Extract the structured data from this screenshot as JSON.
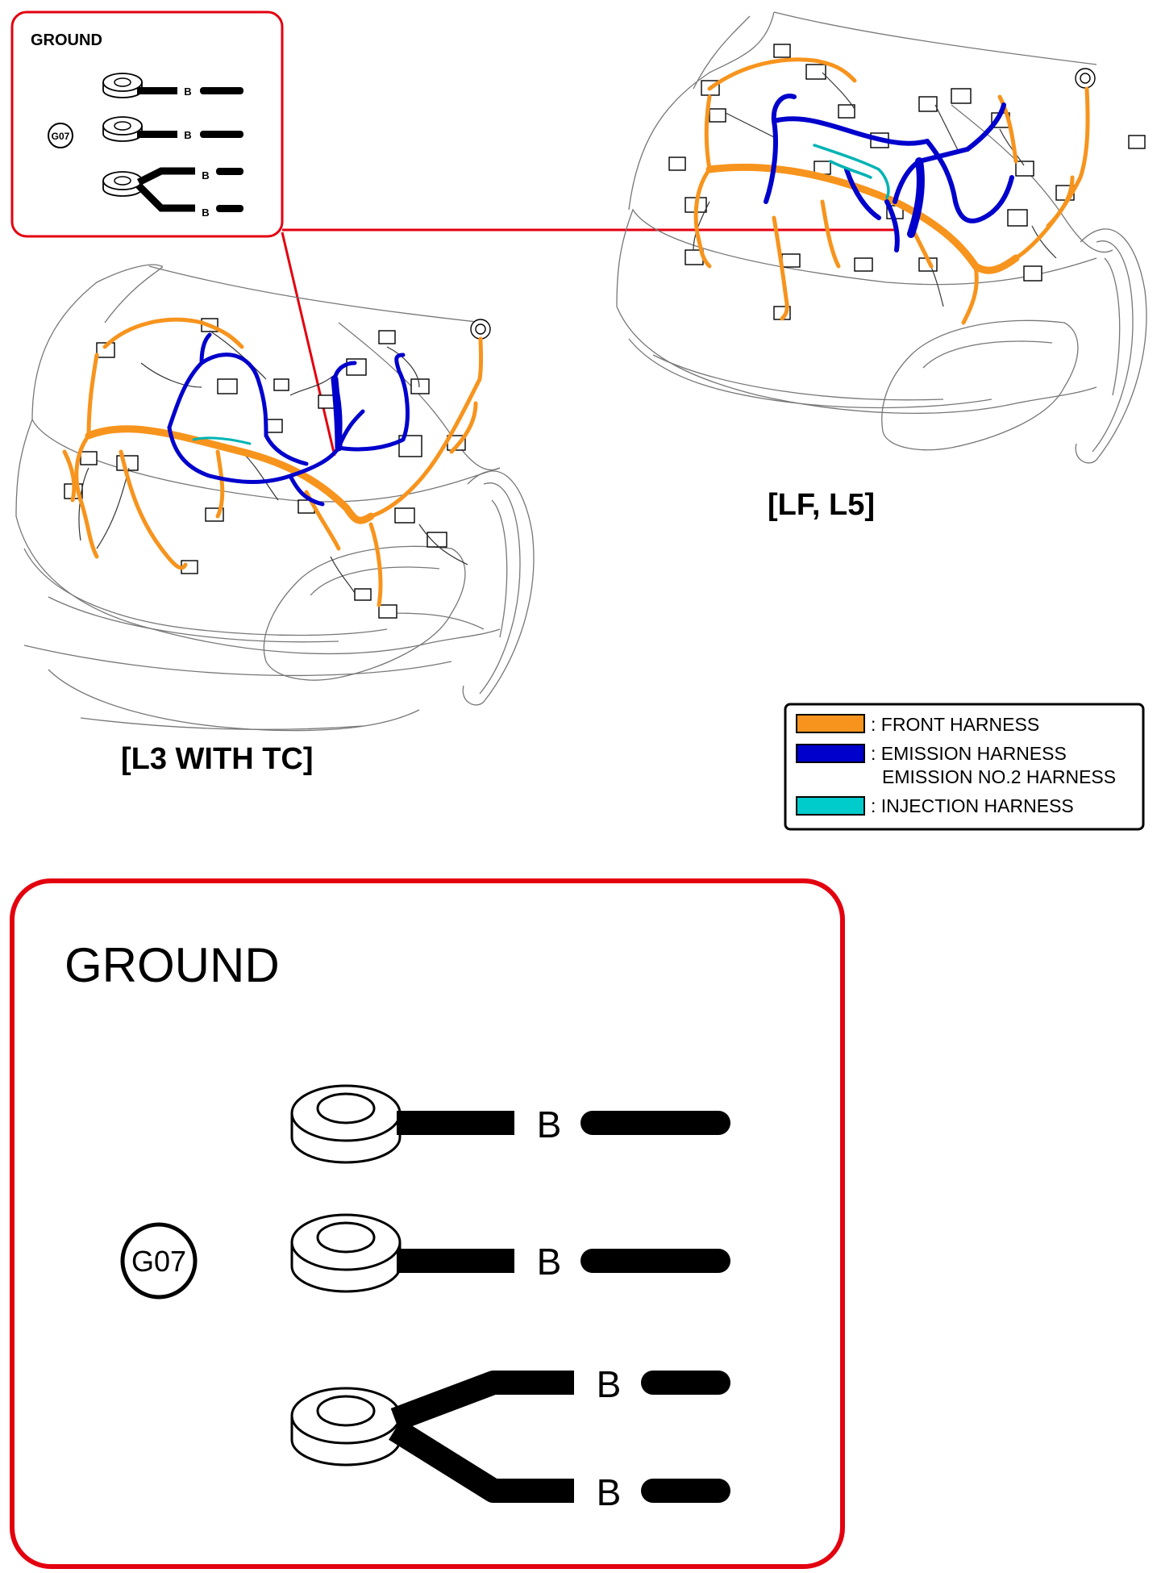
{
  "inset": {
    "title": "GROUND",
    "connector_id": "G07",
    "wire_labels": [
      "B",
      "B",
      "B",
      "B"
    ]
  },
  "views": {
    "left_title": "[L3 WITH TC]",
    "right_title": "[LF, L5]"
  },
  "legend": {
    "items": [
      {
        "label": ": FRONT HARNESS",
        "color": "#f7941d"
      },
      {
        "label": ": EMISSION HARNESS",
        "color": "#0000cc"
      },
      {
        "label": "EMISSION NO.2 HARNESS",
        "color": ""
      },
      {
        "label": ": INJECTION HARNESS",
        "color": "#00cccc"
      }
    ]
  },
  "detail": {
    "title": "GROUND",
    "connector_id": "G07",
    "wire_labels": [
      "B",
      "B",
      "B",
      "B"
    ]
  },
  "colors": {
    "callout": "#e3000f",
    "front": "#f7941d",
    "emission": "#0000cc",
    "injection": "#00b3b3"
  }
}
